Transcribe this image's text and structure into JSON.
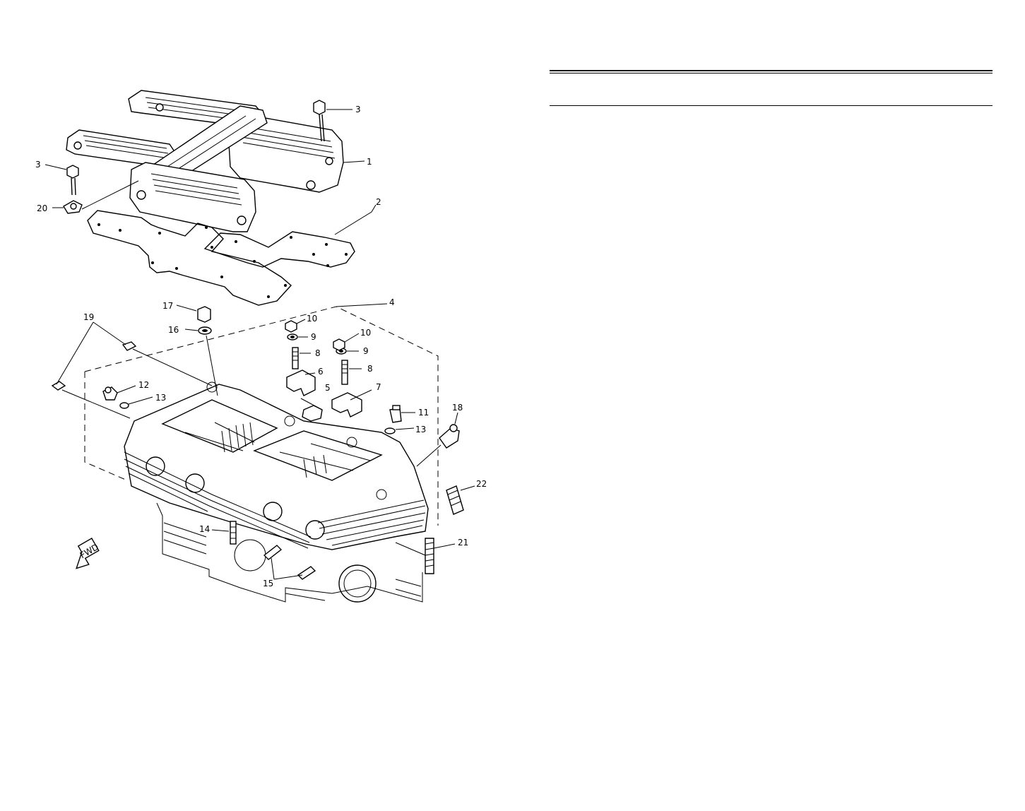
{
  "diagram": {
    "callouts": [
      "1",
      "2",
      "3",
      "3",
      "4",
      "5",
      "6",
      "7",
      "8",
      "8",
      "9",
      "9",
      "10",
      "10",
      "11",
      "12",
      "13",
      "13",
      "14",
      "15",
      "16",
      "17",
      "18",
      "19",
      "20",
      "21",
      "22"
    ],
    "front_arrow_label": "FWD"
  },
  "header": {
    "rules": [
      "double-rule",
      "single-rule"
    ]
  }
}
